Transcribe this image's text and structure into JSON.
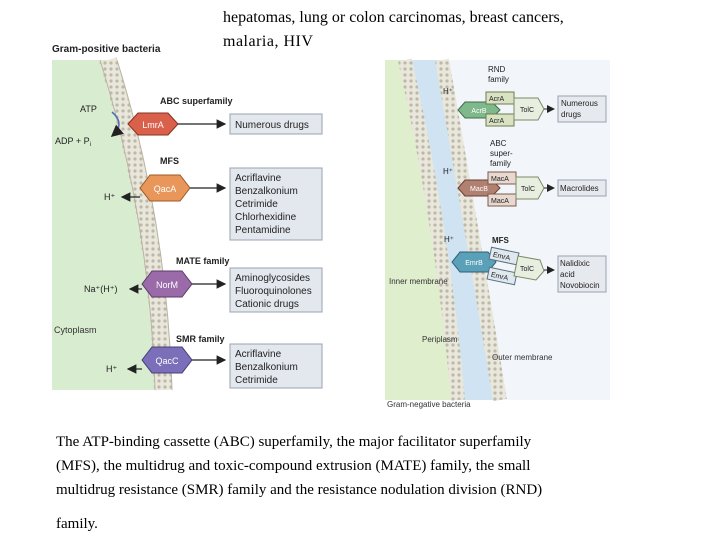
{
  "header_text": {
    "line1": "hepatomas, lung or colon carcinomas, breast cancers,",
    "line2": "malaria, HIV"
  },
  "gram_positive": {
    "title": "Gram-positive bacteria",
    "cytoplasm_label": "Cytoplasm",
    "atp_label": "ATP",
    "adp_label": "ADP + P",
    "adp_sub": "i",
    "families": [
      {
        "family": "ABC superfamily",
        "transporter": "LmrA",
        "ion": "",
        "substrates": [
          "Numerous drugs"
        ]
      },
      {
        "family": "MFS",
        "transporter": "QacA",
        "ion": "H⁺",
        "substrates": [
          "Acriflavine",
          "Benzalkonium",
          "Cetrimide",
          "Chlorhexidine",
          "Pentamidine"
        ]
      },
      {
        "family": "MATE family",
        "transporter": "NorM",
        "ion": "Na⁺(H⁺)",
        "substrates": [
          "Aminoglycosides",
          "Fluoroquinolones",
          "Cationic drugs"
        ]
      },
      {
        "family": "SMR family",
        "transporter": "QacC",
        "ion": "H⁺",
        "substrates": [
          "Acriflavine",
          "Benzalkonium",
          "Cetrimide"
        ]
      }
    ],
    "colors": {
      "abc": "#d9604a",
      "mfs": "#e8965a",
      "mate": "#9b6aa8",
      "smr": "#7a6fb8",
      "cytoplasm": "#d8ecd0",
      "substrate_box": "#e3e7ee"
    }
  },
  "gram_negative": {
    "title": "Gram-negative bacteria",
    "inner_membrane": "Inner membrane",
    "periplasm": "Periplasm",
    "outer_membrane": "Outer membrane",
    "rnd": {
      "family_line1": "RND",
      "family_line2": "family",
      "ion": "H⁺",
      "acr_a_top": "AcrA",
      "acr_b": "AcrB",
      "acr_a_bottom": "AcrA",
      "tol_c": "TolC",
      "substrates": [
        "Numerous",
        "drugs"
      ]
    },
    "abc": {
      "family_line1": "ABC",
      "family_line2": "super-",
      "family_line3": "family",
      "ion": "H⁺",
      "mac_a_top": "MacA",
      "mac_b": "MacB",
      "mac_a_bottom": "MacA",
      "tol_c": "TolC",
      "substrates": [
        "Macrolides"
      ]
    },
    "mfs": {
      "family": "MFS",
      "ion": "H⁺",
      "emr_a_top": "EmrA",
      "emr_b": "EmrB",
      "emr_a_bottom": "EmrA",
      "tol_c": "TolC",
      "substrates": [
        "Nalidixic",
        "acid",
        "Novobiocin"
      ]
    },
    "colors": {
      "cytoplasm": "#dfeecd",
      "periplasm": "#cfe3f2",
      "outside": "#f2f6fa",
      "box": "#e6e9ee"
    }
  },
  "caption": {
    "line1": "The ATP-binding cassette (ABC) superfamily, the major facilitator superfamily",
    "line2": "(MFS), the multidrug and toxic-compound extrusion (MATE) family, the small",
    "line3": "multidrug resistance (SMR) family and the resistance nodulation division (RND)",
    "line4": "family."
  }
}
